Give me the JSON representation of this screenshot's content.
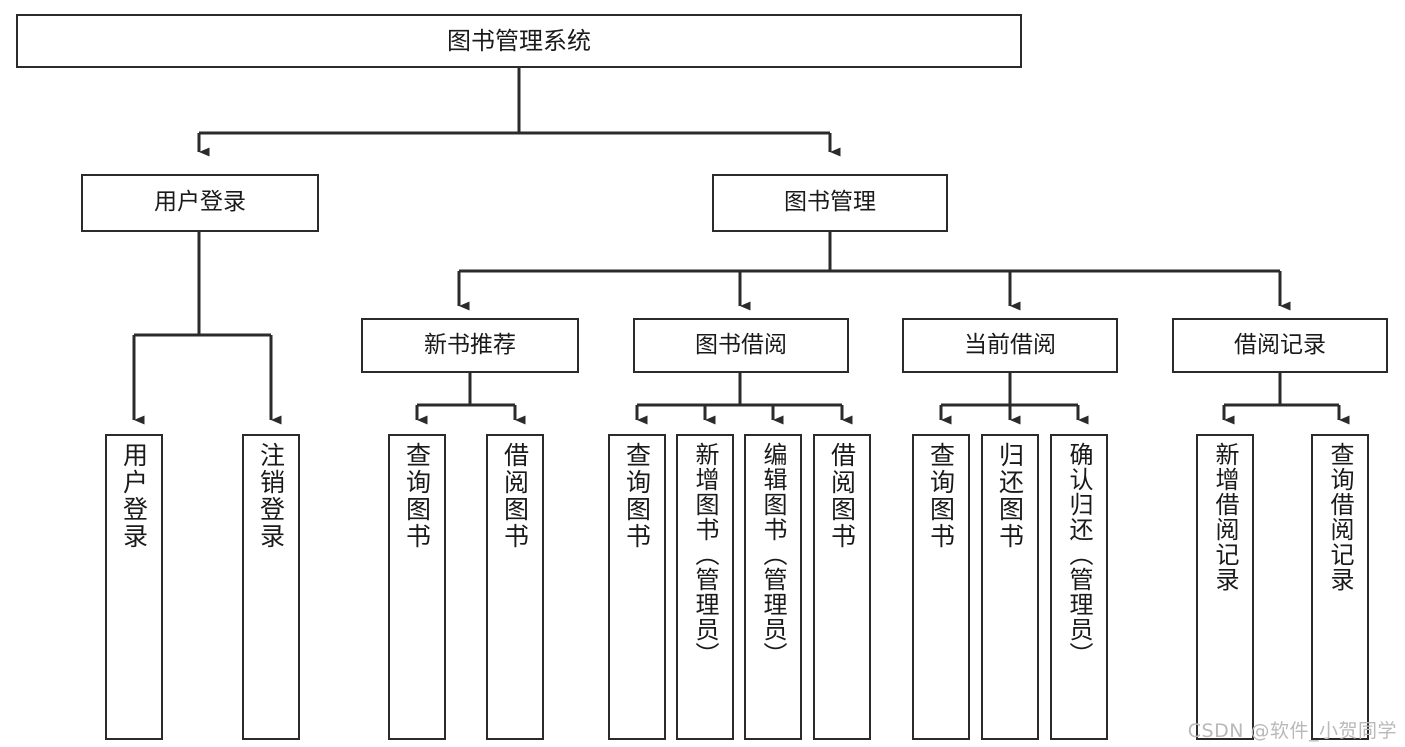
{
  "diagram": {
    "title": "图书管理系统",
    "type": "tree-hierarchy-chart",
    "orientation": "top-down",
    "colors": {
      "stroke": "#2b2b2b",
      "fill": "#ffffff",
      "background": "#ffffff",
      "watermark": "#b9b9b9"
    },
    "root": {
      "label": "图书管理系统"
    },
    "level2": [
      {
        "label": "用户登录"
      },
      {
        "label": "图书管理"
      }
    ],
    "level3": [
      {
        "label": "新书推荐"
      },
      {
        "label": "图书借阅"
      },
      {
        "label": "当前借阅"
      },
      {
        "label": "借阅记录"
      }
    ],
    "leaves": {
      "user_login": [
        {
          "label": "用户登录"
        },
        {
          "label": "注销登录"
        }
      ],
      "new_book_recommend": [
        {
          "label": "查询图书"
        },
        {
          "label": "借阅图书"
        }
      ],
      "book_borrow": [
        {
          "label": "查询图书"
        },
        {
          "label": "新增图书（管理员）"
        },
        {
          "label": "编辑图书（管理员）"
        },
        {
          "label": "借阅图书"
        }
      ],
      "current_borrow": [
        {
          "label": "查询图书"
        },
        {
          "label": "归还图书"
        },
        {
          "label": "确认归还（管理员）"
        }
      ],
      "borrow_record": [
        {
          "label": "新增借阅记录"
        },
        {
          "label": "查询借阅记录"
        }
      ]
    }
  },
  "watermark": {
    "text": "CSDN @软件_小贺同学"
  }
}
